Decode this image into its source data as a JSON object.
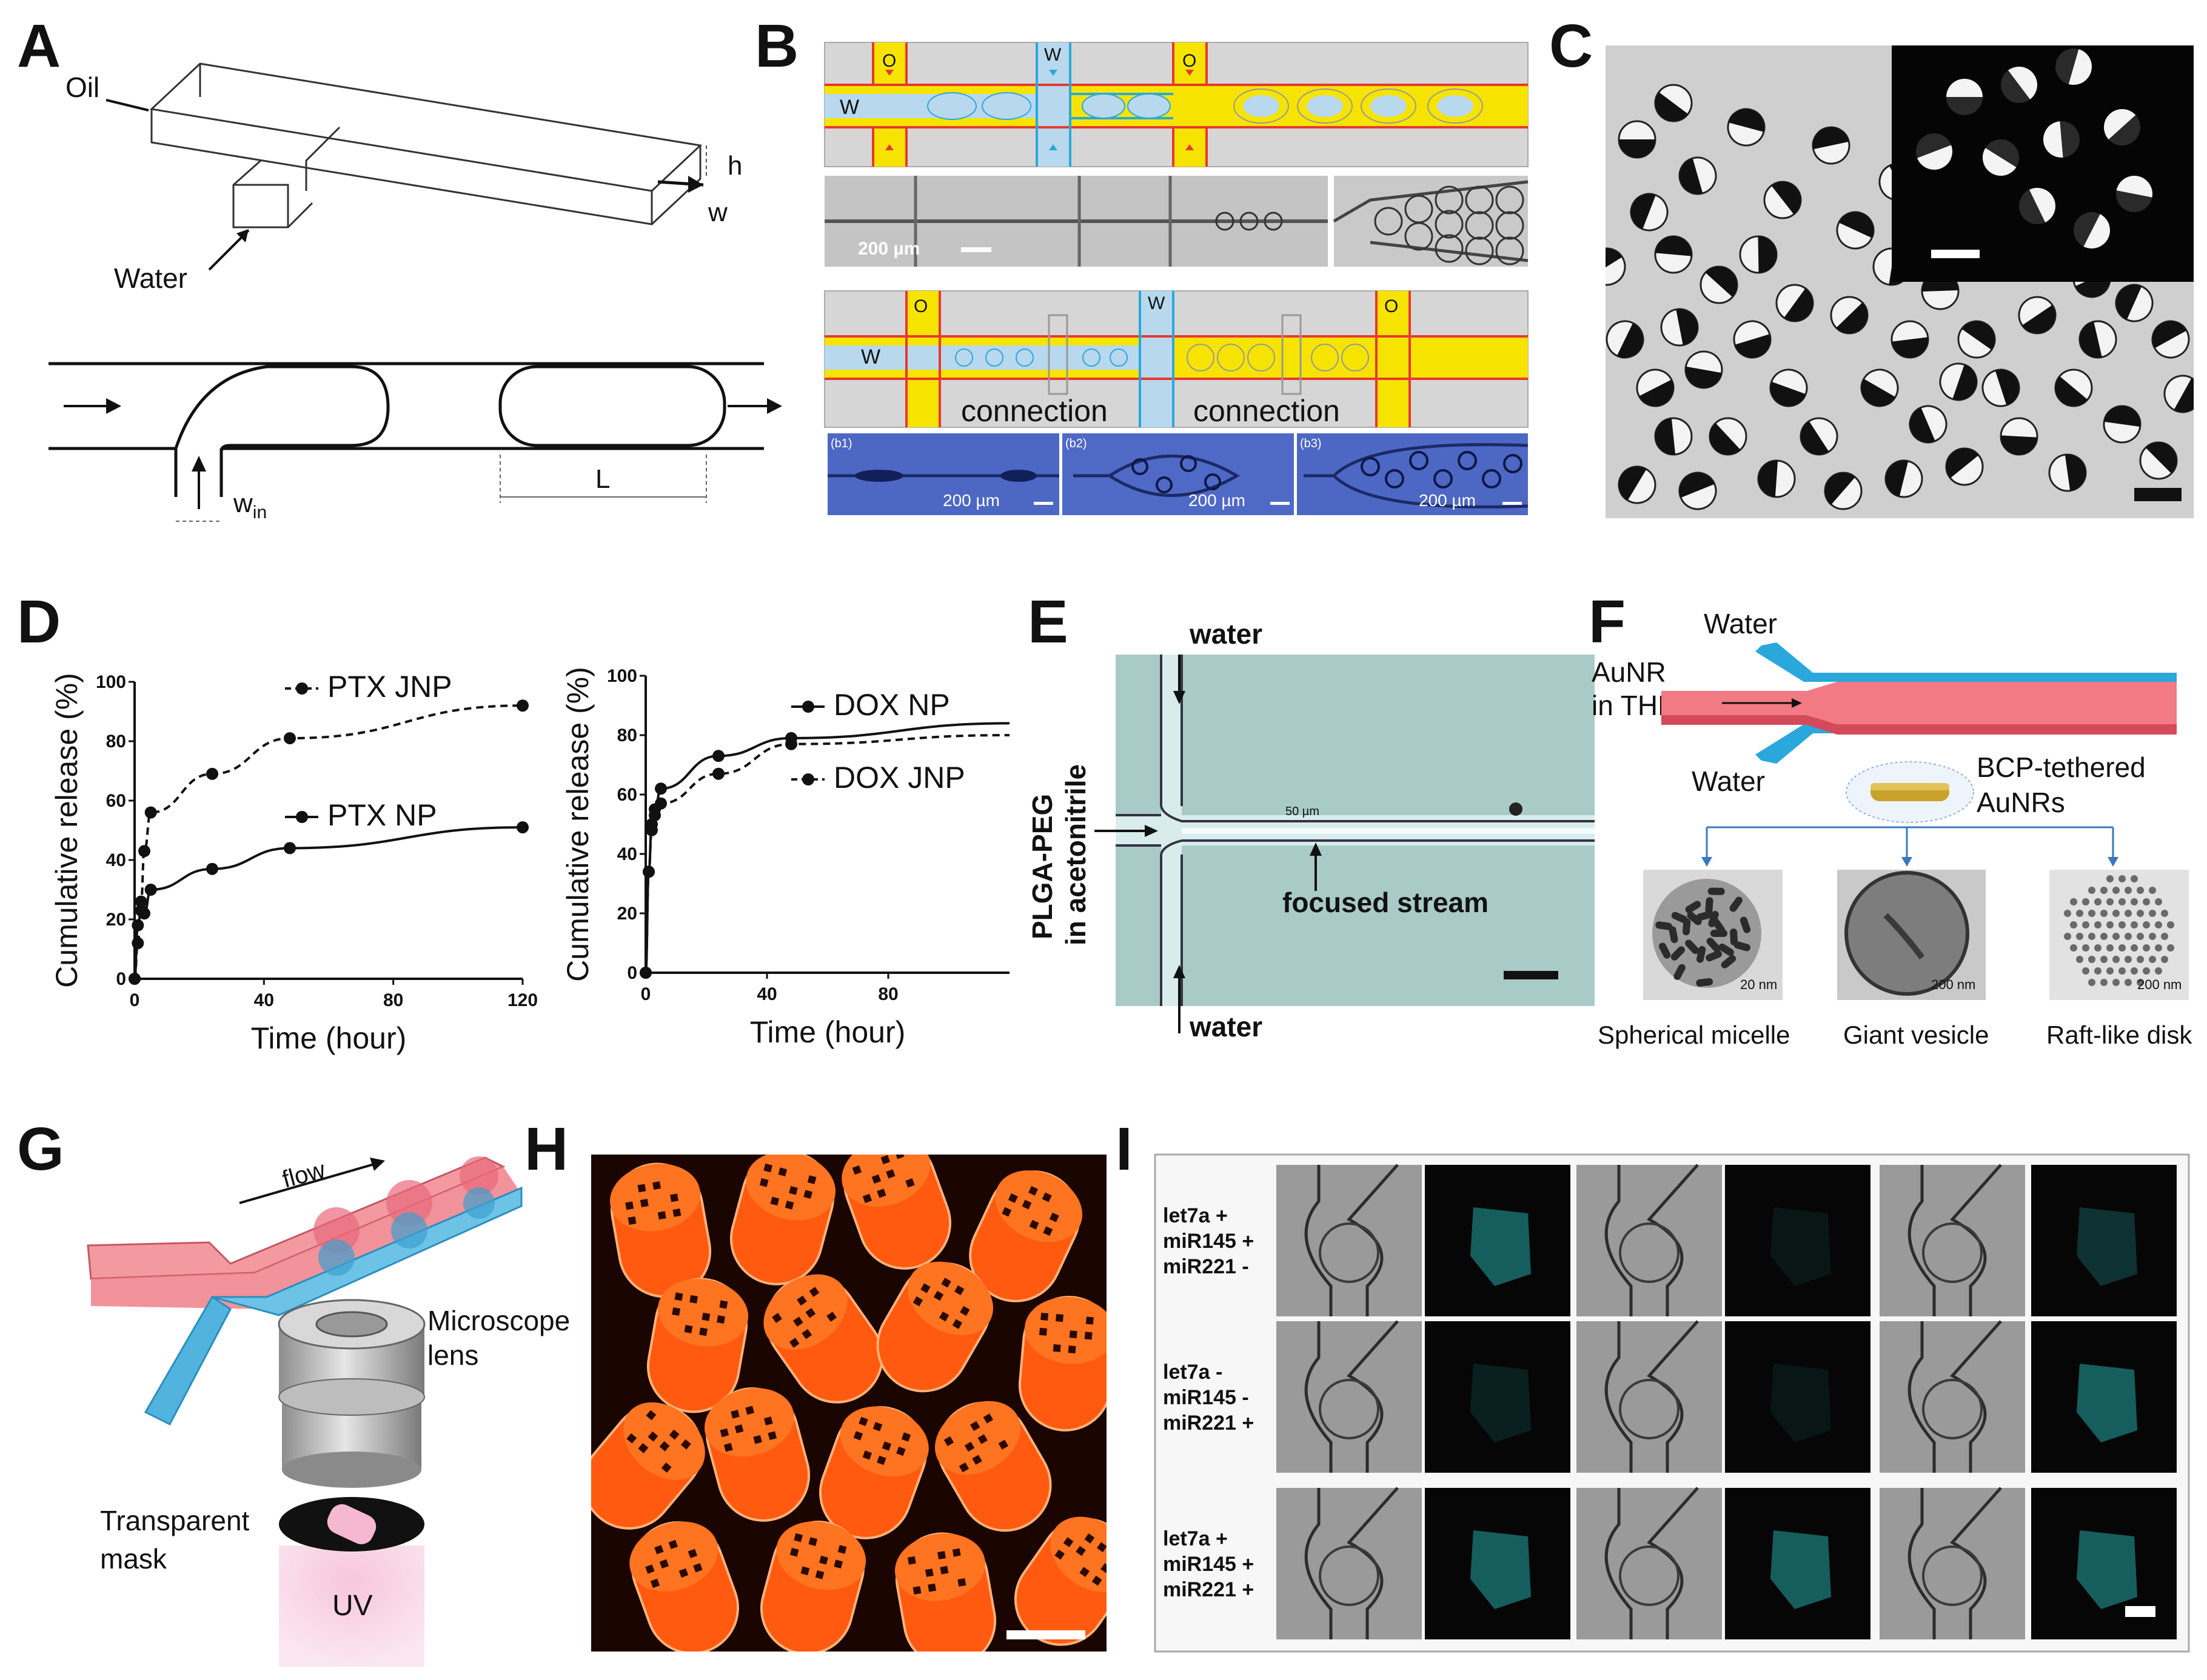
{
  "panels": {
    "A": {
      "label": "A",
      "oil": "Oil",
      "water": "Water",
      "h": "h",
      "w": "w",
      "win_main": "w",
      "win_sub": "in",
      "L": "L"
    },
    "B": {
      "label": "B",
      "o": "O",
      "w": "W",
      "connection": "connection",
      "scale": "200 µm",
      "b1": "(b1)",
      "b2": "(b2)",
      "b3": "(b3)"
    },
    "C": {
      "label": "C"
    },
    "D": {
      "label": "D"
    },
    "E": {
      "label": "E",
      "water_top": "water",
      "water_bottom": "water",
      "plga_line1": "PLGA-PEG",
      "plga_line2": "in acetonitrile",
      "scale": "50 µm",
      "focused": "focused stream"
    },
    "F": {
      "label": "F",
      "water_top": "Water",
      "water_bottom": "Water",
      "aunr_line1": "AuNR",
      "aunr_line2": "in THF",
      "bcp_line1": "BCP-tethered",
      "bcp_line2": "AuNRs",
      "micelle": "Spherical micelle",
      "vesicle": "Giant vesicle",
      "disk": "Raft-like disk",
      "scale1": "20 nm",
      "scale2": "200 nm",
      "scale3": "200 nm"
    },
    "G": {
      "label": "G",
      "flow": "flow",
      "lens_line1": "Microscope",
      "lens_line2": "lens",
      "mask_line1": "Transparent",
      "mask_line2": "mask",
      "uv": "UV"
    },
    "H": {
      "label": "H"
    },
    "I": {
      "label": "I",
      "rows": [
        {
          "l1": "let7a +",
          "l2": "miR145 +",
          "l3": "miR221 -"
        },
        {
          "l1": "let7a -",
          "l2": "miR145 -",
          "l3": "miR221 +"
        },
        {
          "l1": "let7a +",
          "l2": "miR145 +",
          "l3": "miR221 +"
        }
      ]
    }
  },
  "colors": {
    "oil_red": "#e8382f",
    "water_blue": "#2aa8dc",
    "channel_yellow": "#f6e400",
    "fluor_orange": "#ff5a10",
    "teal_bg": "#a9cbc8"
  },
  "chart_data": [
    {
      "type": "line",
      "xlabel": "Time (hour)",
      "ylabel": "Cumulative release (%)",
      "xlim": [
        0,
        120
      ],
      "ylim": [
        0,
        100
      ],
      "xticks": [
        0,
        40,
        80,
        120
      ],
      "yticks": [
        0,
        20,
        40,
        60,
        80,
        100
      ],
      "series": [
        {
          "name": "PTX JNP",
          "style": "dashed",
          "x": [
            0,
            1,
            2,
            3,
            5,
            24,
            48,
            120
          ],
          "y": [
            0,
            12,
            26,
            43,
            56,
            69,
            81,
            92
          ]
        },
        {
          "name": "PTX NP",
          "style": "solid",
          "x": [
            0,
            1,
            2,
            3,
            5,
            24,
            48,
            120
          ],
          "y": [
            0,
            18,
            23,
            22,
            30,
            37,
            44,
            51
          ]
        }
      ]
    },
    {
      "type": "line",
      "xlabel": "Time (hour)",
      "ylabel": "Cumulative release (%)",
      "xlim": [
        0,
        120
      ],
      "ylim": [
        0,
        100
      ],
      "xticks": [
        0,
        40,
        80
      ],
      "yticks": [
        0,
        20,
        40,
        60,
        80,
        100
      ],
      "series": [
        {
          "name": "DOX NP",
          "style": "solid",
          "x": [
            0,
            1,
            2,
            3,
            5,
            24,
            48,
            120
          ],
          "y": [
            0,
            34,
            50,
            55,
            62,
            73,
            79,
            84
          ]
        },
        {
          "name": "DOX JNP",
          "style": "dashed",
          "x": [
            0,
            1,
            2,
            3,
            5,
            24,
            48,
            120
          ],
          "y": [
            0,
            34,
            48,
            53,
            57,
            67,
            77,
            80
          ]
        }
      ]
    }
  ]
}
